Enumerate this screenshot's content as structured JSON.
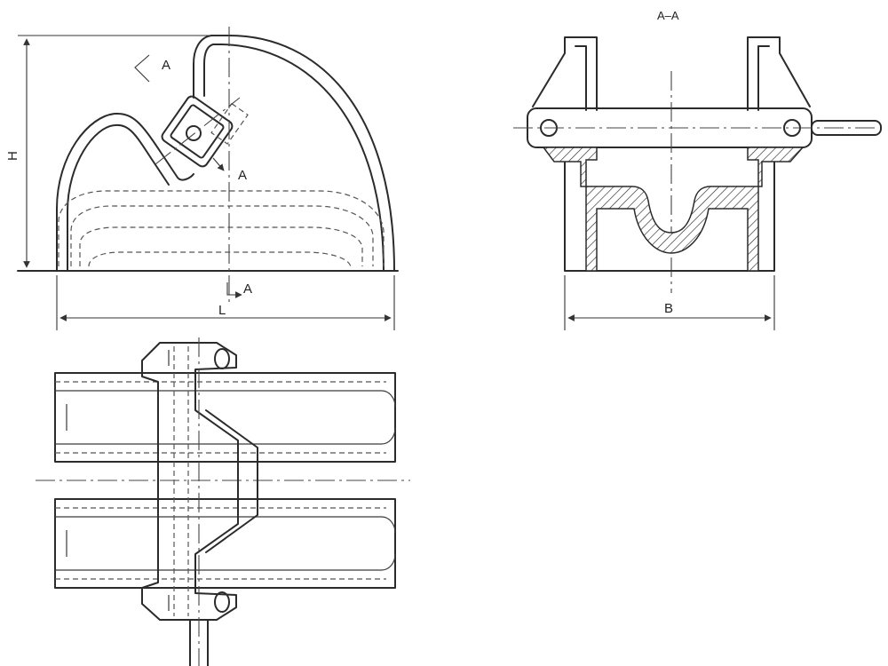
{
  "labels": {
    "dim_height": "H",
    "dim_length": "L",
    "dim_width": "B",
    "section_title": "A–A",
    "section_mark_top": "A",
    "section_mark_side": "A",
    "section_mark_bottom": "A"
  },
  "colors": {
    "line": "#2b2b2b",
    "background": "#ffffff"
  }
}
